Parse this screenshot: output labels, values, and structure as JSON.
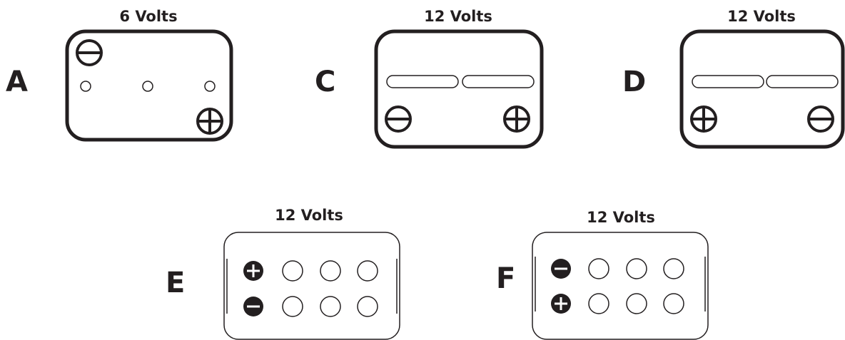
{
  "diagrams": [
    {
      "id": "A",
      "letter": "A",
      "volts": "6 Volts"
    },
    {
      "id": "C",
      "letter": "C",
      "volts": "12 Volts"
    },
    {
      "id": "D",
      "letter": "D",
      "volts": "12 Volts"
    },
    {
      "id": "E",
      "letter": "E",
      "volts": "12 Volts"
    },
    {
      "id": "F",
      "letter": "F",
      "volts": "12 Volts"
    }
  ],
  "colors": {
    "ink": "#231f20",
    "background": "#ffffff"
  }
}
